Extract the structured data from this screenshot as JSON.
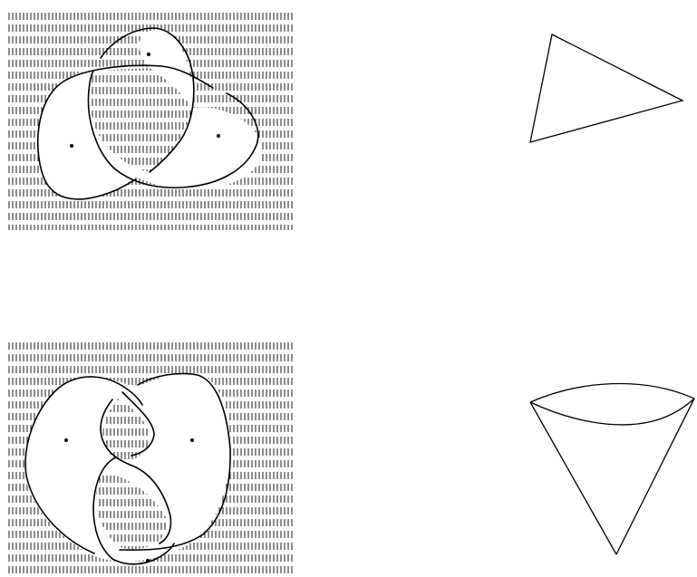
{
  "figure": {
    "panels": [
      {
        "id": "top-left",
        "kind": "shaded-knot-diagram",
        "knot": "trefoil",
        "marked_regions": 3
      },
      {
        "id": "top-right",
        "kind": "planar-graph",
        "shape": "triangle",
        "vertices": 3
      },
      {
        "id": "bottom-left",
        "kind": "shaded-knot-diagram",
        "knot": "trefoil",
        "marked_regions": 3
      },
      {
        "id": "bottom-right",
        "kind": "planar-graph",
        "shape": "triangle-with-bigon",
        "vertices": 3
      }
    ],
    "colors": {
      "ink": "#000000",
      "background": "#ffffff"
    }
  }
}
